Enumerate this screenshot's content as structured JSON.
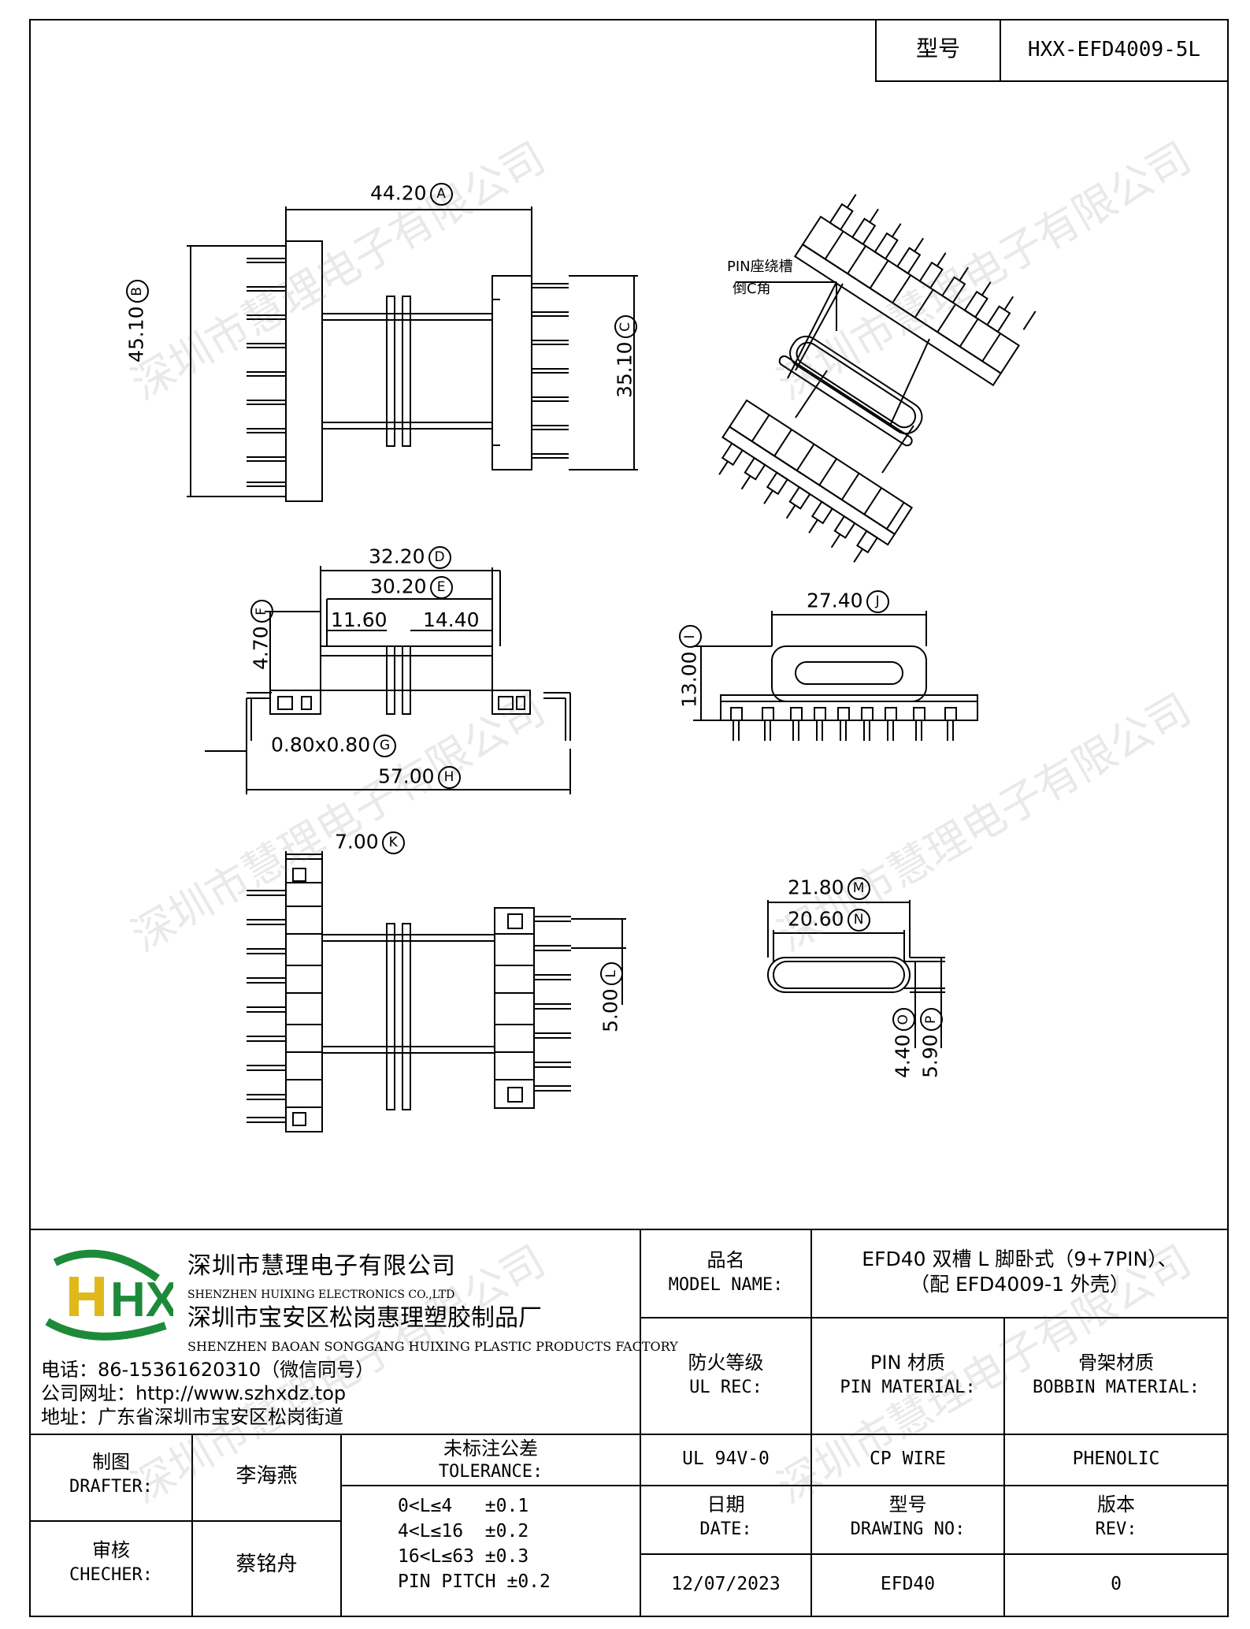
{
  "header": {
    "model_label": "型号",
    "model_value": "HXX-EFD4009-5L"
  },
  "drawing": {
    "pin_note_line1": "PIN座绕槽",
    "pin_note_line2": "倒C角",
    "dims": {
      "A": {
        "value": "44.20",
        "letter": "A"
      },
      "B": {
        "value": "45.10",
        "letter": "B"
      },
      "C": {
        "value": "35.10",
        "letter": "C"
      },
      "D": {
        "value": "32.20",
        "letter": "D"
      },
      "E": {
        "value": "30.20",
        "letter": "E"
      },
      "F": {
        "value": "4.70",
        "letter": "F"
      },
      "G": {
        "value": "0.80x0.80",
        "letter": "G"
      },
      "H": {
        "value": "57.00",
        "letter": "H"
      },
      "I": {
        "value": "13.00",
        "letter": "I"
      },
      "J": {
        "value": "27.40",
        "letter": "J"
      },
      "K": {
        "value": "7.00",
        "letter": "K"
      },
      "L": {
        "value": "5.00",
        "letter": "L"
      },
      "M": {
        "value": "21.80",
        "letter": "M"
      },
      "N": {
        "value": "20.60",
        "letter": "N"
      },
      "O": {
        "value": "4.40",
        "letter": "O"
      },
      "P": {
        "value": "5.90",
        "letter": "P"
      },
      "slot1": "11.60",
      "slot2": "14.40"
    }
  },
  "watermark": "深圳市慧理电子有限公司",
  "company": {
    "logo_letters": "HX",
    "name_cn": "深圳市慧理电子有限公司",
    "name_en": "SHENZHEN HUIXING ELECTRONICS CO.,LTD",
    "factory_cn": "深圳市宝安区松岗惠理塑胶制品厂",
    "factory_en": "SHENZHEN BAOAN SONGGANG HUIXING PLASTIC PRODUCTS FACTORY",
    "phone": "电话：86-15361620310（微信同号）",
    "website": "公司网址：http://www.szhxdz.top",
    "address": "地址：广东省深圳市宝安区松岗街道"
  },
  "title_block": {
    "model_name_label_cn": "品名",
    "model_name_label_en": "MODEL NAME:",
    "model_name_line1": "EFD40 双槽 L 脚卧式（9+7PIN）、",
    "model_name_line2": "（配 EFD4009-1 外壳）",
    "ul_label_cn": "防火等级",
    "ul_label_en": "UL REC:",
    "pin_label_cn": "PIN 材质",
    "pin_label_en": "PIN MATERIAL:",
    "bobbin_label_cn": "骨架材质",
    "bobbin_label_en": "BOBBIN MATERIAL:",
    "ul_value": "UL 94V-0",
    "pin_value": "CP WIRE",
    "bobbin_value": "PHENOLIC",
    "drafter_label_cn": "制图",
    "drafter_label_en": "DRAFTER:",
    "drafter_value": "李海燕",
    "checker_label_cn": "审核",
    "checker_label_en": "CHECHER:",
    "checker_value": "蔡铭舟",
    "tolerance_label_cn": "未标注公差",
    "tolerance_label_en": "TOLERANCE:",
    "tolerances": [
      "0<L≤4   ±0.1",
      "4<L≤16  ±0.2",
      "16<L≤63 ±0.3",
      "PIN PITCH ±0.2"
    ],
    "date_label_cn": "日期",
    "date_label_en": "DATE:",
    "drawing_no_label_cn": "型号",
    "drawing_no_label_en": "DRAWING NO:",
    "rev_label_cn": "版本",
    "rev_label_en": "REV:",
    "date_value": "12/07/2023",
    "drawing_no_value": "EFD40",
    "rev_value": "0"
  }
}
